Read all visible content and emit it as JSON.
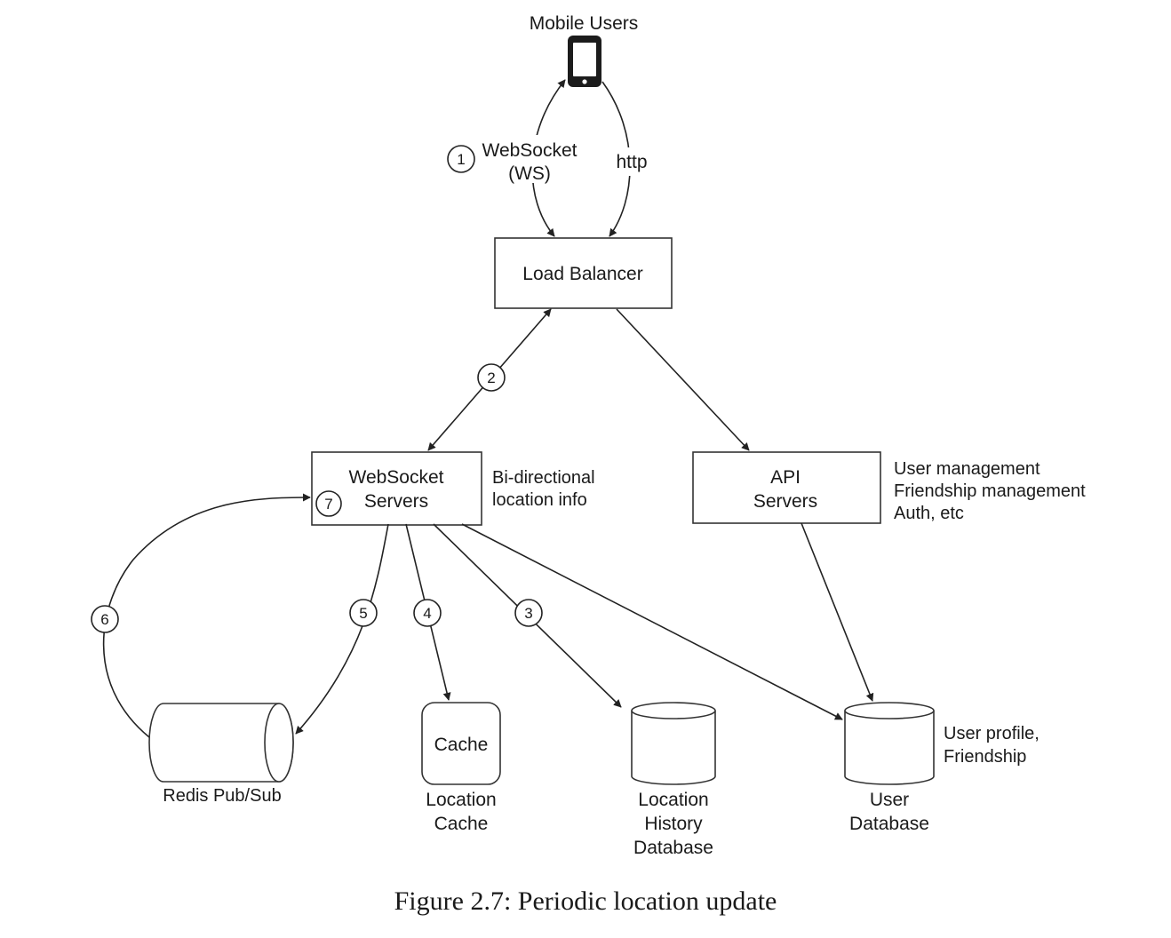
{
  "nodes": {
    "mobile_users": {
      "label": "Mobile Users"
    },
    "load_balancer": {
      "label": "Load Balancer"
    },
    "websocket_servers": {
      "label_line1": "WebSocket",
      "label_line2": "Servers"
    },
    "api_servers": {
      "label_line1": "API",
      "label_line2": "Servers"
    },
    "redis": {
      "label": "Redis Pub/Sub"
    },
    "cache": {
      "inner_label": "Cache",
      "label_line1": "Location",
      "label_line2": "Cache"
    },
    "location_history_db": {
      "label_line1": "Location",
      "label_line2": "History",
      "label_line3": "Database"
    },
    "user_db": {
      "label_line1": "User",
      "label_line2": "Database"
    }
  },
  "annotations": {
    "websocket_protocol_line1": "WebSocket",
    "websocket_protocol_line2": "(WS)",
    "http": "http",
    "bidirectional_line1": "Bi-directional",
    "bidirectional_line2": "location info",
    "api_desc_line1": "User management",
    "api_desc_line2": "Friendship management",
    "api_desc_line3": "Auth, etc",
    "userdb_desc_line1": "User profile,",
    "userdb_desc_line2": "Friendship"
  },
  "steps": [
    "1",
    "2",
    "3",
    "4",
    "5",
    "6",
    "7"
  ],
  "caption": "Figure 2.7: Periodic location update"
}
